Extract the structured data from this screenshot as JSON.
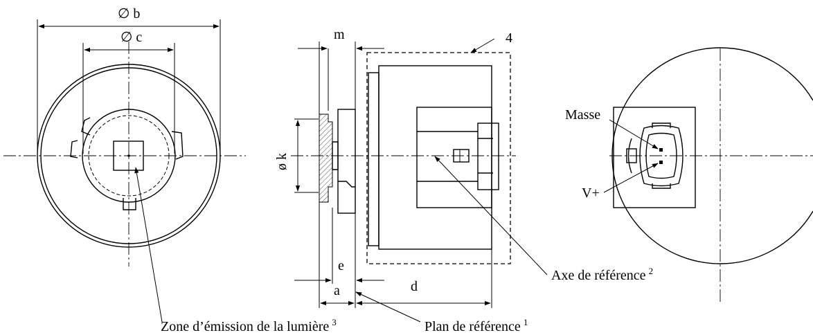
{
  "labels": {
    "dim_b": "∅ b",
    "dim_c": "∅ c",
    "dim_m": "m",
    "dim_k": "ø k",
    "dim_e": "e",
    "dim_a": "a",
    "dim_d": "d",
    "callout_4": "4",
    "masse": "Masse",
    "vplus": "V+",
    "axe_ref": "Axe de référence",
    "axe_ref_note": "2",
    "zone_emission": "Zone d’émission de la lumière",
    "zone_emission_note": "3",
    "plan_ref": "Plan de référence",
    "plan_ref_note": "1"
  }
}
